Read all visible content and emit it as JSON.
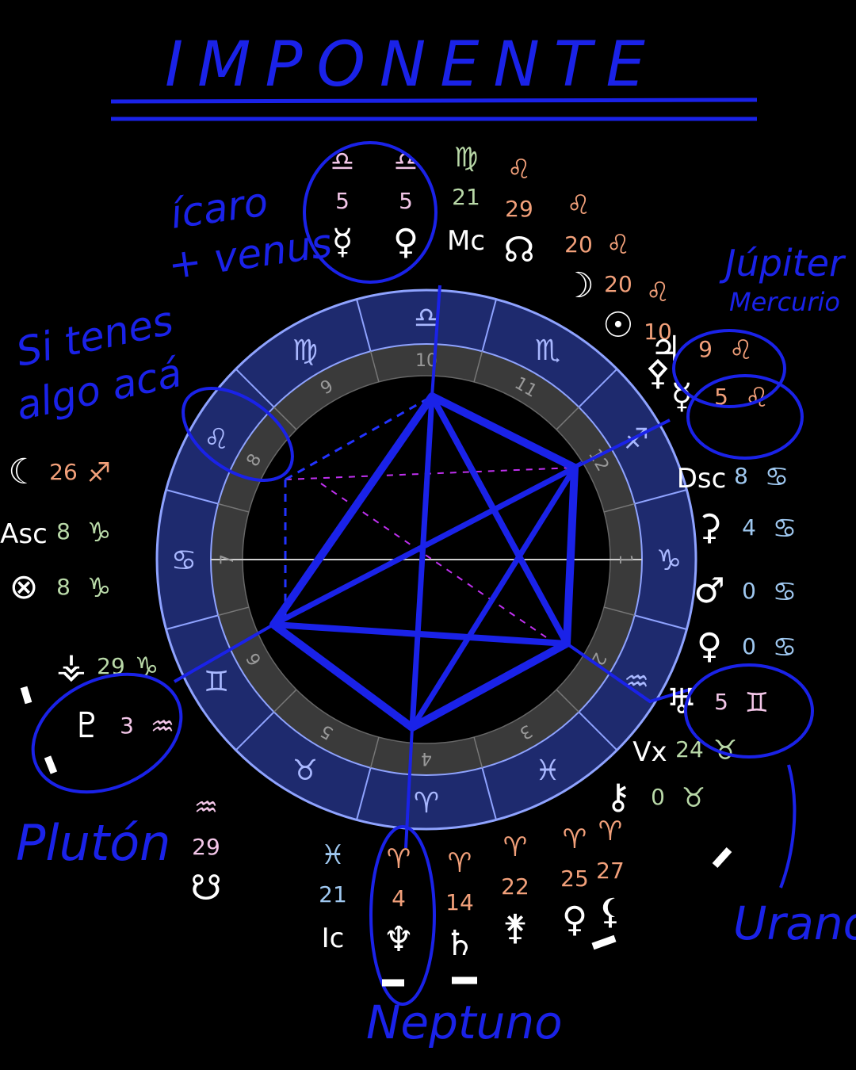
{
  "annotations": {
    "title": "IMPONENTE",
    "icaro_venus": [
      "ícaro",
      "+ venus"
    ],
    "jupiter_mercurio": [
      "Júpiter",
      "Mercurio"
    ],
    "si_tienes": [
      "Si tenes",
      "algo acá"
    ],
    "pluton": "Plutón",
    "urano": "Urano",
    "neptuno": "Neptuno"
  },
  "colors": {
    "background": "#000000",
    "ink": "#1a22e8",
    "wheel_ring": "#1e2a6e",
    "wheel_border": "#8fa3ff",
    "house_ring": "#3a3a3a",
    "aspect_magenta": "#c030f0",
    "fire": "#f2a07a",
    "earth": "#b9d9a8",
    "air": "#f3c6e8",
    "water": "#9fc8f0"
  },
  "wheel": {
    "sign_glyphs": [
      "♎",
      "♍",
      "♌",
      "♋",
      "♊",
      "♉",
      "♈",
      "♓",
      "♒",
      "♑",
      "♐",
      "♏"
    ],
    "house_numbers": [
      "10",
      "9",
      "8",
      "7",
      "6",
      "5",
      "4",
      "3",
      "2",
      "1",
      "12",
      "11"
    ]
  },
  "placements": [
    {
      "id": "mercury",
      "glyph": "☿",
      "degree": "5",
      "sign": "♎",
      "element": "air"
    },
    {
      "id": "venus",
      "glyph": "♀",
      "degree": "5",
      "sign": "♎",
      "element": "air"
    },
    {
      "id": "mc",
      "glyph": "Mc",
      "degree": "21",
      "sign": "♍",
      "element": "earth"
    },
    {
      "id": "node",
      "glyph": "☊",
      "degree": "29",
      "sign": "♌",
      "element": "fire"
    },
    {
      "id": "moon",
      "glyph": "☽",
      "degree": "20",
      "sign": "♌",
      "element": "fire"
    },
    {
      "id": "sun",
      "glyph": "☉",
      "degree": "20",
      "sign": "♌",
      "element": "fire"
    },
    {
      "id": "trident",
      "glyph": "⚴",
      "degree": "10",
      "sign": "♌",
      "element": "fire"
    },
    {
      "id": "jupiter",
      "glyph": "♃",
      "degree": "9",
      "sign": "♌",
      "element": "fire"
    },
    {
      "id": "mercury2",
      "glyph": "☿",
      "degree": "5",
      "sign": "♌",
      "element": "fire"
    },
    {
      "id": "dsc",
      "glyph": "Dsc",
      "degree": "8",
      "sign": "♋",
      "element": "water"
    },
    {
      "id": "ceres",
      "glyph": "⚳",
      "degree": "4",
      "sign": "♋",
      "element": "water"
    },
    {
      "id": "mars",
      "glyph": "♂",
      "degree": "0",
      "sign": "♋",
      "element": "water"
    },
    {
      "id": "venus2",
      "glyph": "♀",
      "degree": "0",
      "sign": "♋",
      "element": "water"
    },
    {
      "id": "uranus",
      "glyph": "♅",
      "degree": "5",
      "sign": "♊",
      "element": "air"
    },
    {
      "id": "vertex",
      "glyph": "Vx",
      "degree": "24",
      "sign": "♉",
      "element": "earth"
    },
    {
      "id": "chiron",
      "glyph": "⚷",
      "degree": "0",
      "sign": "♉",
      "element": "earth"
    },
    {
      "id": "lilith",
      "glyph": "⚸",
      "degree": "27",
      "sign": "♈",
      "element": "fire"
    },
    {
      "id": "pallas",
      "glyph": "♀",
      "degree": "25",
      "sign": "♈",
      "element": "fire"
    },
    {
      "id": "juno",
      "glyph": "⚵",
      "degree": "22",
      "sign": "♈",
      "element": "fire"
    },
    {
      "id": "saturn",
      "glyph": "♄",
      "degree": "14",
      "sign": "♈",
      "element": "fire"
    },
    {
      "id": "neptune",
      "glyph": "♆",
      "degree": "4",
      "sign": "♈",
      "element": "fire"
    },
    {
      "id": "ic",
      "glyph": "Ic",
      "degree": "21",
      "sign": "♓",
      "element": "water"
    },
    {
      "id": "southnode",
      "glyph": "☋",
      "degree": "29",
      "sign": "♒",
      "element": "air"
    },
    {
      "id": "pluto",
      "glyph": "♇",
      "degree": "3",
      "sign": "♒",
      "element": "air"
    },
    {
      "id": "vesta",
      "glyph": "⚶",
      "degree": "29",
      "sign": "♑",
      "element": "earth"
    },
    {
      "id": "pof",
      "glyph": "⊗",
      "degree": "8",
      "sign": "♑",
      "element": "earth"
    },
    {
      "id": "asc",
      "glyph": "Asc",
      "degree": "8",
      "sign": "♑",
      "element": "earth"
    },
    {
      "id": "moon2",
      "glyph": "☾",
      "degree": "26",
      "sign": "♐",
      "element": "fire"
    }
  ]
}
